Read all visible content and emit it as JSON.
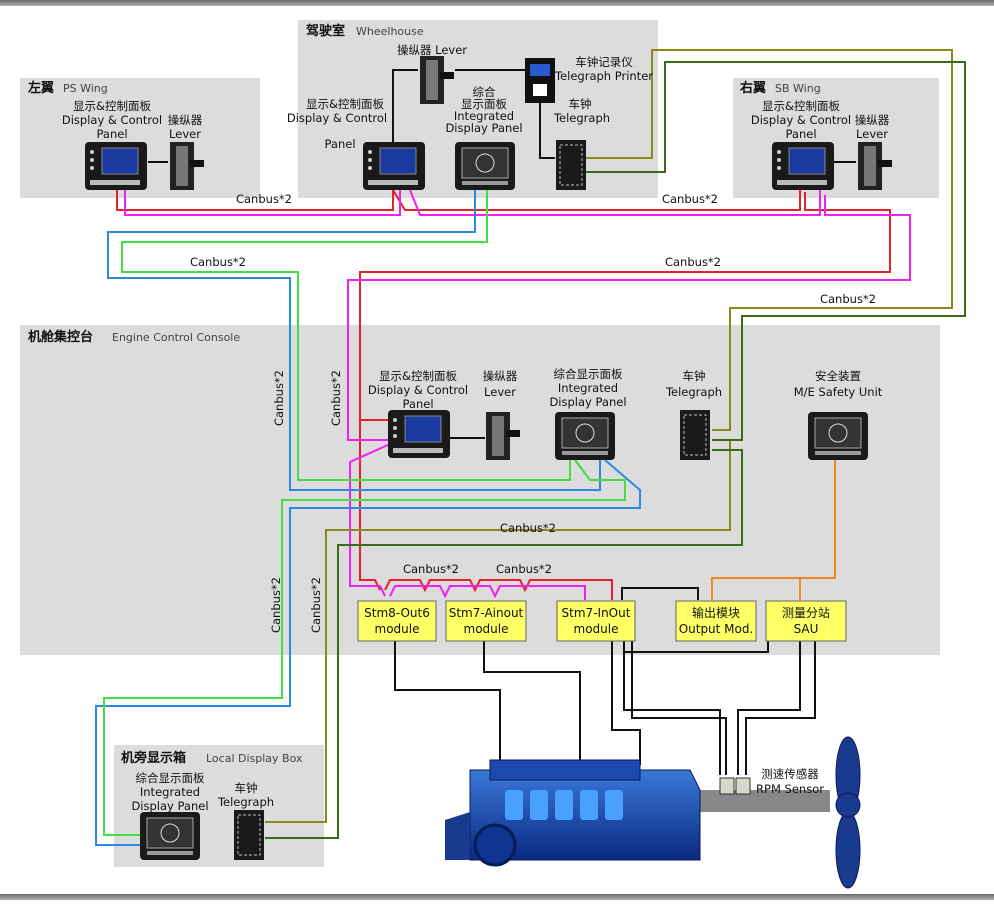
{
  "sections": {
    "wheelhouse": {
      "zh": "驾驶室",
      "en": "Wheelhouse"
    },
    "ps_wing": {
      "zh": "左翼",
      "en": "PS Wing"
    },
    "sb_wing": {
      "zh": "右翼",
      "en": "SB Wing"
    },
    "ecc": {
      "zh": "机舱集控台",
      "en": "Engine Control Console"
    },
    "local_box": {
      "zh": "机旁显示箱",
      "en": "Local Display Box"
    }
  },
  "labels": {
    "display_control_zh": "显示&控制面板",
    "display_control_en1": "Display & Control",
    "display_control_en2": "Panel",
    "lever_zh": "操纵器",
    "lever_en": "Lever",
    "lever_wh": "操纵器 Lever",
    "integrated_zh_1": "综合",
    "integrated_zh_2": "显示面板",
    "integrated_zh": "综合显示面板",
    "integrated_en1": "Integrated",
    "integrated_en2": "Display Panel",
    "integrated_en_full": "Integrated Display Panel",
    "printer_zh": "车钟记录仪",
    "printer_en": "Telegraph Printer",
    "telegraph_zh": "车钟",
    "telegraph_en": "Telegraph",
    "safety_zh": "安全装置",
    "safety_en": "M/E Safety Unit",
    "rpm_zh": "测速传感器",
    "rpm_en": "RPM Sensor"
  },
  "modules": [
    {
      "l1": "Stm8-Out6",
      "l2": "module"
    },
    {
      "l1": "Stm7-Ainout",
      "l2": "module"
    },
    {
      "l1": "Stm7-InOut",
      "l2": "module"
    },
    {
      "l1": "输出模块",
      "l2": "Output Mod."
    },
    {
      "l1": "测量分站",
      "l2": "SAU"
    }
  ],
  "bus_label": "Canbus*2",
  "colors": {
    "red": "#e8202a",
    "magenta": "#f020f0",
    "blue": "#2a8ae0",
    "green": "#44dd44",
    "olive": "#8a8a1a",
    "darkgreen": "#3a6a1a",
    "orange": "#f08a20",
    "black": "#111111",
    "module": "#ffff66",
    "section": "#dcdcdc"
  }
}
